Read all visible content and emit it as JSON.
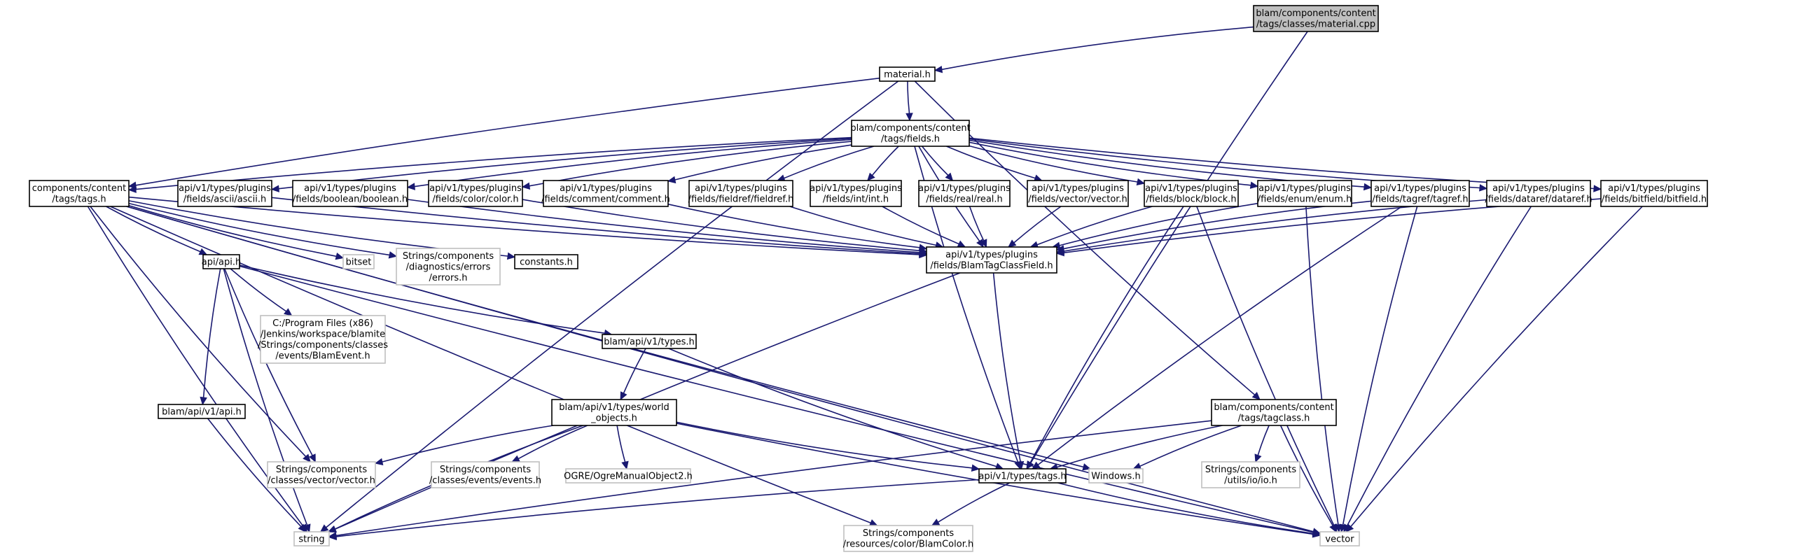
{
  "diagram": {
    "colors": {
      "edge": "#191970",
      "node_border": "#000000",
      "external_border": "#bfbfbf",
      "root_fill": "#bfbfbf"
    },
    "nodes": [
      {
        "id": "root",
        "style": "root",
        "lines": [
          "blam/components/content",
          "/tags/classes/material.cpp"
        ]
      },
      {
        "id": "material",
        "style": "strong",
        "lines": [
          "material.h"
        ]
      },
      {
        "id": "fields",
        "style": "strong",
        "lines": [
          "blam/components/content",
          "/tags/fields.h"
        ]
      },
      {
        "id": "tags",
        "style": "strong",
        "lines": [
          "components/content",
          "/tags/tags.h"
        ]
      },
      {
        "id": "ascii",
        "style": "strong",
        "lines": [
          "api/v1/types/plugins",
          "/fields/ascii/ascii.h"
        ]
      },
      {
        "id": "boolean",
        "style": "strong",
        "lines": [
          "api/v1/types/plugins",
          "/fields/boolean/boolean.h"
        ]
      },
      {
        "id": "color",
        "style": "strong",
        "lines": [
          "api/v1/types/plugins",
          "/fields/color/color.h"
        ]
      },
      {
        "id": "comment",
        "style": "strong",
        "lines": [
          "api/v1/types/plugins",
          "/fields/comment/comment.h"
        ]
      },
      {
        "id": "fieldref",
        "style": "strong",
        "lines": [
          "api/v1/types/plugins",
          "/fields/fieldref/fieldref.h"
        ]
      },
      {
        "id": "int",
        "style": "strong",
        "lines": [
          "api/v1/types/plugins",
          "/fields/int/int.h"
        ]
      },
      {
        "id": "real",
        "style": "strong",
        "lines": [
          "api/v1/types/plugins",
          "/fields/real/real.h"
        ]
      },
      {
        "id": "vectorh",
        "style": "strong",
        "lines": [
          "api/v1/types/plugins",
          "/fields/vector/vector.h"
        ]
      },
      {
        "id": "block",
        "style": "strong",
        "lines": [
          "api/v1/types/plugins",
          "/fields/block/block.h"
        ]
      },
      {
        "id": "enum",
        "style": "strong",
        "lines": [
          "api/v1/types/plugins",
          "/fields/enum/enum.h"
        ]
      },
      {
        "id": "tagref",
        "style": "strong",
        "lines": [
          "api/v1/types/plugins",
          "/fields/tagref/tagref.h"
        ]
      },
      {
        "id": "dataref",
        "style": "strong",
        "lines": [
          "api/v1/types/plugins",
          "/fields/dataref/dataref.h"
        ]
      },
      {
        "id": "bitfield",
        "style": "strong",
        "lines": [
          "api/v1/types/plugins",
          "/fields/bitfield/bitfield.h"
        ]
      },
      {
        "id": "blamtag",
        "style": "strong",
        "lines": [
          "api/v1/types/plugins",
          "/fields/BlamTagClassField.h"
        ]
      },
      {
        "id": "apih",
        "style": "strong",
        "lines": [
          "api/api.h"
        ]
      },
      {
        "id": "bitset",
        "style": "weak",
        "lines": [
          "bitset"
        ]
      },
      {
        "id": "errors",
        "style": "weak",
        "lines": [
          "Strings/components",
          "/diagnostics/errors",
          "/errors.h"
        ]
      },
      {
        "id": "constants",
        "style": "strong",
        "lines": [
          "constants.h"
        ]
      },
      {
        "id": "blamevent",
        "style": "weak",
        "lines": [
          "C:/Program Files (x86)",
          "/Jenkins/workspace/blamite",
          "/Strings/components/classes",
          "/events/BlamEvent.h"
        ]
      },
      {
        "id": "typesh",
        "style": "strong",
        "lines": [
          "blam/api/v1/types.h"
        ]
      },
      {
        "id": "v1api",
        "style": "strong",
        "lines": [
          "blam/api/v1/api.h"
        ]
      },
      {
        "id": "worldobj",
        "style": "strong",
        "lines": [
          "blam/api/v1/types/world",
          "_objects.h"
        ]
      },
      {
        "id": "tagclass",
        "style": "strong",
        "lines": [
          "blam/components/content",
          "/tags/tagclass.h"
        ]
      },
      {
        "id": "vecvec",
        "style": "weak",
        "lines": [
          "Strings/components",
          "/classes/vector/vector.h"
        ]
      },
      {
        "id": "events",
        "style": "weak",
        "lines": [
          "Strings/components",
          "/classes/events/events.h"
        ]
      },
      {
        "id": "ogre",
        "style": "weak",
        "lines": [
          "OGRE/OgreManualObject2.h"
        ]
      },
      {
        "id": "typestags",
        "style": "strong",
        "lines": [
          "api/v1/types/tags.h"
        ]
      },
      {
        "id": "windows",
        "style": "weak",
        "lines": [
          "Windows.h"
        ]
      },
      {
        "id": "io",
        "style": "weak",
        "lines": [
          "Strings/components",
          "/utils/io/io.h"
        ]
      },
      {
        "id": "string",
        "style": "weak",
        "lines": [
          "string"
        ]
      },
      {
        "id": "blamcolor",
        "style": "weak",
        "lines": [
          "Strings/components",
          "/resources/color/BlamColor.h"
        ]
      },
      {
        "id": "vector",
        "style": "weak",
        "lines": [
          "vector"
        ]
      }
    ],
    "edges": [
      [
        "root",
        "material"
      ],
      [
        "root",
        "typestags"
      ],
      [
        "material",
        "fields"
      ],
      [
        "material",
        "tags"
      ],
      [
        "material",
        "string"
      ],
      [
        "material",
        "tagclass"
      ],
      [
        "fields",
        "tags"
      ],
      [
        "fields",
        "ascii"
      ],
      [
        "fields",
        "boolean"
      ],
      [
        "fields",
        "color"
      ],
      [
        "fields",
        "comment"
      ],
      [
        "fields",
        "fieldref"
      ],
      [
        "fields",
        "int"
      ],
      [
        "fields",
        "real"
      ],
      [
        "fields",
        "vectorh"
      ],
      [
        "fields",
        "block"
      ],
      [
        "fields",
        "enum"
      ],
      [
        "fields",
        "tagref"
      ],
      [
        "fields",
        "dataref"
      ],
      [
        "fields",
        "bitfield"
      ],
      [
        "fields",
        "blamtag"
      ],
      [
        "fields",
        "typestags"
      ],
      [
        "tags",
        "apih"
      ],
      [
        "tags",
        "bitset"
      ],
      [
        "tags",
        "errors"
      ],
      [
        "tags",
        "constants"
      ],
      [
        "tags",
        "blamtag"
      ],
      [
        "tags",
        "vecvec"
      ],
      [
        "tags",
        "string"
      ],
      [
        "tags",
        "blamcolor"
      ],
      [
        "tags",
        "vector"
      ],
      [
        "tags",
        "windows"
      ],
      [
        "ascii",
        "blamtag"
      ],
      [
        "boolean",
        "blamtag"
      ],
      [
        "color",
        "blamtag"
      ],
      [
        "comment",
        "blamtag"
      ],
      [
        "fieldref",
        "blamtag"
      ],
      [
        "int",
        "blamtag"
      ],
      [
        "real",
        "blamtag"
      ],
      [
        "vectorh",
        "blamtag"
      ],
      [
        "block",
        "blamtag"
      ],
      [
        "block",
        "typestags"
      ],
      [
        "block",
        "vector"
      ],
      [
        "enum",
        "blamtag"
      ],
      [
        "enum",
        "vector"
      ],
      [
        "tagref",
        "blamtag"
      ],
      [
        "tagref",
        "typestags"
      ],
      [
        "tagref",
        "vector"
      ],
      [
        "dataref",
        "blamtag"
      ],
      [
        "dataref",
        "vector"
      ],
      [
        "bitfield",
        "blamtag"
      ],
      [
        "bitfield",
        "vector"
      ],
      [
        "blamtag",
        "typestags"
      ],
      [
        "blamtag",
        "string"
      ],
      [
        "apih",
        "blamevent"
      ],
      [
        "apih",
        "typesh"
      ],
      [
        "apih",
        "v1api"
      ],
      [
        "apih",
        "vecvec"
      ],
      [
        "apih",
        "string"
      ],
      [
        "apih",
        "vector"
      ],
      [
        "typesh",
        "worldobj"
      ],
      [
        "typesh",
        "typestags"
      ],
      [
        "v1api",
        "string"
      ],
      [
        "worldobj",
        "vecvec"
      ],
      [
        "worldobj",
        "events"
      ],
      [
        "worldobj",
        "ogre"
      ],
      [
        "worldobj",
        "typestags"
      ],
      [
        "worldobj",
        "string"
      ],
      [
        "worldobj",
        "vector"
      ],
      [
        "tagclass",
        "typestags"
      ],
      [
        "tagclass",
        "windows"
      ],
      [
        "tagclass",
        "io"
      ],
      [
        "tagclass",
        "string"
      ],
      [
        "tagclass",
        "vector"
      ],
      [
        "typestags",
        "string"
      ],
      [
        "typestags",
        "blamcolor"
      ],
      [
        "typestags",
        "vector"
      ]
    ]
  }
}
